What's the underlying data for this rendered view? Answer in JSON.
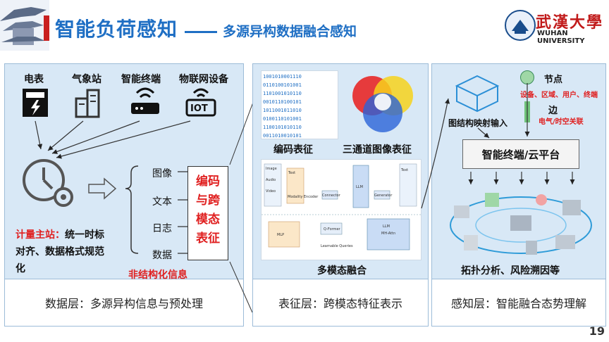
{
  "header": {
    "title": "智能负荷感知",
    "subtitle": "多源异构数据融合感知",
    "logo_text": "武漢大學",
    "logo_sub": "WUHAN UNIVERSITY"
  },
  "page_number": "19",
  "data_layer": {
    "sources": [
      "电表",
      "气象站",
      "智能终端",
      "物联网设备"
    ],
    "iot_badge": "IOT",
    "outputs": [
      "图像",
      "文本",
      "日志",
      "数据"
    ],
    "encode_box": [
      "编码",
      "与跨",
      "模态",
      "表征"
    ],
    "unstructured": "非结构化信息",
    "master_station_label": "计量主站：",
    "master_station_text": "统一时标对齐、数据格式规范化",
    "footer": "数据层：多源异构信息与预处理"
  },
  "repr_layer": {
    "encode_caption": "编码表征",
    "rgb_caption": "三通道图像表征",
    "fusion_caption": "多模态融合",
    "footer": "表征层：跨模态特征表示",
    "model_labels": [
      "Image",
      "Audio",
      "Video",
      "Text",
      "Modality Encoder",
      "Connector",
      "LLM",
      "Generator",
      "Text",
      "MLP",
      "Q-Former",
      "Learnable Queries",
      "LLM",
      "MH-Attn"
    ]
  },
  "perception_layer": {
    "graph_input": "图结构映射输入",
    "node_label": "节点",
    "node_types": "设备、区域、用户、终端",
    "edge_label": "边",
    "edge_types": "电气/时空关联",
    "platform": "智能终端/云平台",
    "analysis": "拓扑分析、风险溯因等",
    "footer": "感知层：智能融合态势理解"
  },
  "colors": {
    "title_blue": "#1f6fc4",
    "panel_bg": "#d8e8f6",
    "accent_red": "#e02020"
  }
}
